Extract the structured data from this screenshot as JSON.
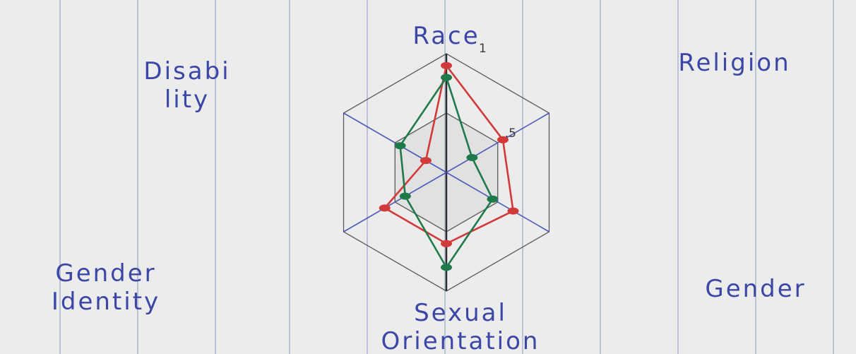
{
  "chart_data": {
    "type": "radar",
    "axes": [
      {
        "key": "race",
        "label_lines": [
          "Race"
        ]
      },
      {
        "key": "religion",
        "label_lines": [
          "Religion"
        ]
      },
      {
        "key": "gender",
        "label_lines": [
          "Gender"
        ]
      },
      {
        "key": "sexual_orientation",
        "label_lines": [
          "Sexual",
          "Orientation"
        ]
      },
      {
        "key": "gender_identity",
        "label_lines": [
          "Gender",
          "Identity"
        ]
      },
      {
        "key": "disability",
        "label_lines": [
          "Disabi",
          "lity"
        ]
      }
    ],
    "range": [
      0,
      1
    ],
    "ticks": [
      0.5,
      1
    ],
    "tick_labels": [
      ".5",
      "1"
    ],
    "grid": true,
    "series": [
      {
        "color": "#d23a3a",
        "values": [
          0.9,
          0.55,
          0.65,
          0.6,
          0.6,
          0.2
        ]
      },
      {
        "color": "#1f7a4a",
        "values": [
          0.8,
          0.25,
          0.45,
          0.8,
          0.4,
          0.45
        ]
      }
    ]
  },
  "colors": {
    "paper": "#ececec",
    "ruling": "#9aa8c8",
    "grid": "#5a5a5a",
    "axis": "#4a57b8",
    "label": "#3a47a6"
  }
}
